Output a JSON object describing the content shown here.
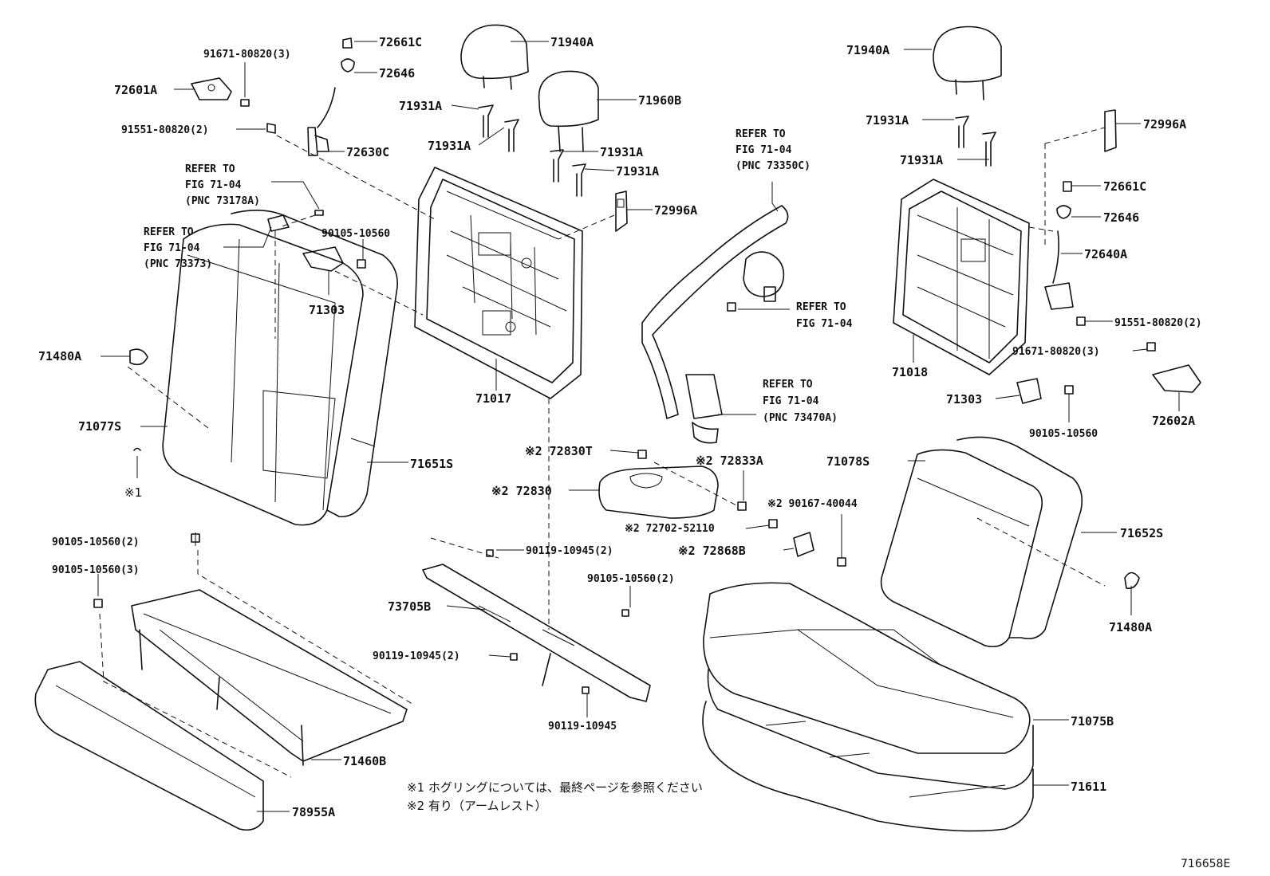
{
  "labels": {
    "p71940A_left": "71940A",
    "p71960B": "71960B",
    "p71931A_1": "71931A",
    "p71931A_2": "71931A",
    "p71931A_3": "71931A",
    "p71931A_4": "71931A",
    "p72996A_center": "72996A",
    "p71017": "71017",
    "p72661C_left": "72661C",
    "p72646_left": "72646",
    "p91671_left": "91671-80820(3)",
    "p72601A": "72601A",
    "p91551_left": "91551-80820(2)",
    "p72630C": "72630C",
    "p90105_top": "90105-10560",
    "p71303_left": "71303",
    "p71480A_left": "71480A",
    "p71077S": "71077S",
    "note1_mark_left": "※1",
    "p71651S": "71651S",
    "p90105_2a": "90105-10560(2)",
    "p90105_3": "90105-10560(3)",
    "p71460B": "71460B",
    "p78955A": "78955A",
    "p73705B": "73705B",
    "p90119_2a": "90119-10945(2)",
    "p90119_2b": "90119-10945(2)",
    "p90105_2b": "90105-10560(2)",
    "p90119_single": "90119-10945",
    "p72830T": "※2 72830T",
    "p72830": "※2 72830",
    "p72833A": "※2 72833A",
    "p90167": "※2 90167-40044",
    "p72702": "※2 72702-52110",
    "p72868B": "※2 72868B",
    "p71940A_right": "71940A",
    "p71931A_r1": "71931A",
    "p71931A_r2": "71931A",
    "p72996A_right": "72996A",
    "p72661C_right": "72661C",
    "p72646_right": "72646",
    "p72640A": "72640A",
    "p91551_right": "91551-80820(2)",
    "p91671_right": "91671-80820(3)",
    "p71018": "71018",
    "p71303_right": "71303",
    "p72602A": "72602A",
    "p90105_right": "90105-10560",
    "p71078S": "71078S",
    "p71652S": "71652S",
    "p71480A_right": "71480A",
    "p71075B": "71075B",
    "p71611": "71611"
  },
  "refs": {
    "ref_73178A": [
      "REFER TO",
      "FIG 71-04",
      "(PNC 73178A)"
    ],
    "ref_73373": [
      "REFER TO",
      "FIG 71-04",
      "(PNC 73373)"
    ],
    "ref_73350C": [
      "REFER TO",
      "FIG 71-04",
      "(PNC 73350C)"
    ],
    "ref_fig": [
      "REFER TO",
      "FIG 71-04"
    ],
    "ref_73470A": [
      "REFER TO",
      "FIG 71-04",
      "(PNC 73470A)"
    ]
  },
  "notes": {
    "note1": "※1  ホグリングについては、最終ページを参照ください",
    "note2": "※2  有り（アームレスト）"
  },
  "diagram_code": "716658E"
}
